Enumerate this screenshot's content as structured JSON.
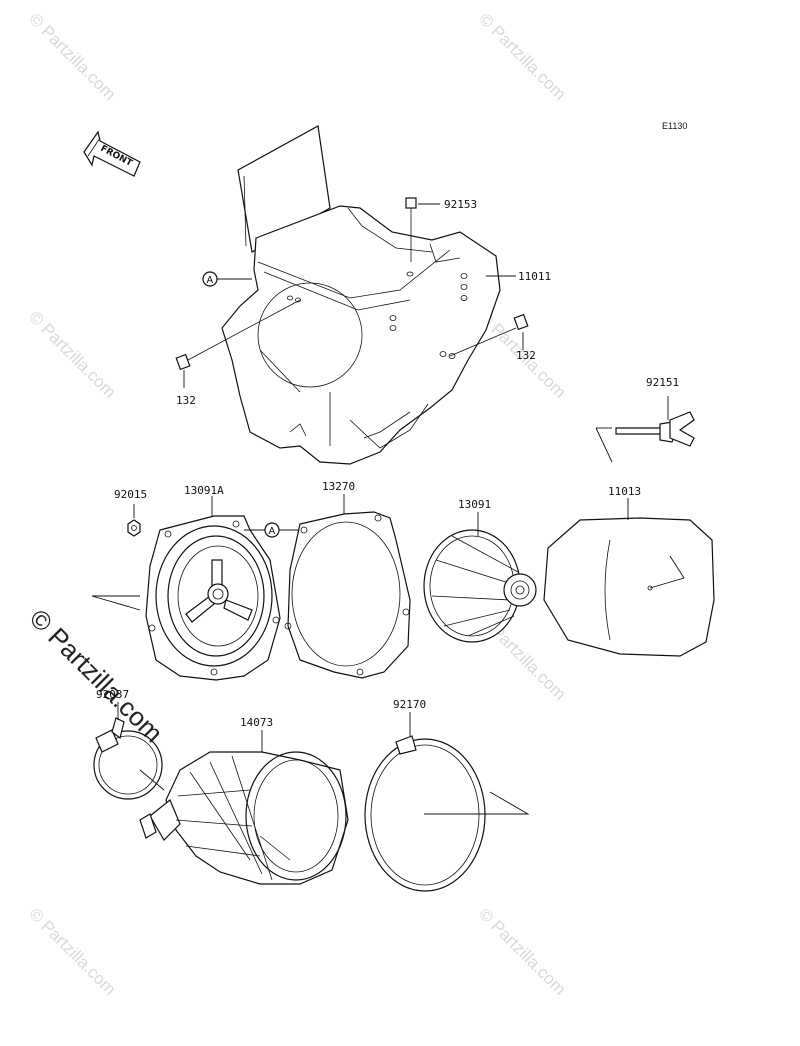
{
  "diagram": {
    "code": "E1130",
    "front_label": "FRONT",
    "ref_marker": "A"
  },
  "parts": {
    "p92153": "92153",
    "p11011": "11011",
    "p132_right": "132",
    "p132_left": "132",
    "p92151": "92151",
    "p92015": "92015",
    "p13091A": "13091A",
    "p13270": "13270",
    "p13091": "13091",
    "p11013": "11013",
    "p92037": "92037",
    "p14073": "14073",
    "p92170": "92170"
  },
  "watermark": {
    "small": "© Partzilla.com",
    "large": "© Partzilla.com"
  }
}
